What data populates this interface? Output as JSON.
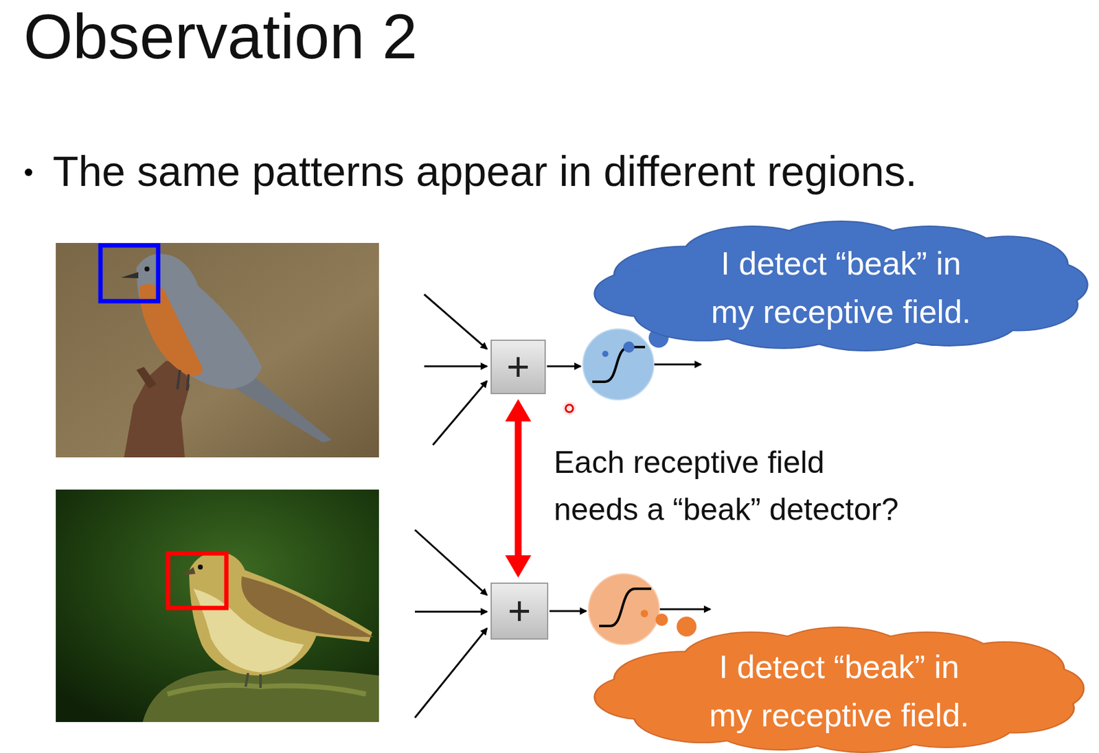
{
  "diagram": {
    "title": "Observation 2",
    "nodes": [
      {
        "text": [
          "I detect “beak” in my receptive field."
        ]
      },
      {
        "text": [
          "+"
        ]
      },
      {
        "text": [
          "+"
        ]
      },
      {
        "text": [
          "I detect “beak” in my receptive field."
        ]
      }
    ],
    "edges": [
      {
        "from": 1,
        "to": 2,
        "arrow": "both"
      }
    ],
    "labels": [
      "The same patterns appear in different regions.",
      "Each receptive field needs a “beak” detector?"
    ]
  }
}
